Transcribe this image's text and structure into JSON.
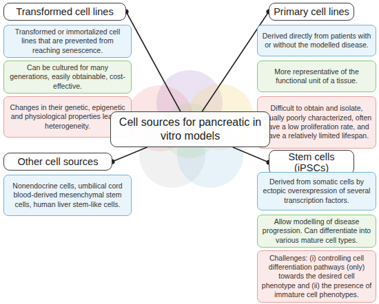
{
  "diagram": {
    "nodes": [
      {
        "text": [
          "Transformed cell lines"
        ]
      },
      {
        "text": [
          "Transformed or immortalized cell lines that are prevented from reaching senescence."
        ]
      },
      {
        "text": [
          "Can be cultured for many generations, easily obtainable, cost-effective."
        ]
      },
      {
        "text": [
          "Changes in their genetic, epigenetic and physiological properties lead to heterogeneity."
        ]
      },
      {
        "text": [
          "Primary cell lines"
        ]
      },
      {
        "text": [
          "Derived directly from patients with or without the modelled disease."
        ]
      },
      {
        "text": [
          "More representative of the functional unit of a tissue."
        ]
      },
      {
        "text": [
          "Difficult to obtain and isolate, usually poorly characterized, often have a low proliferation rate, and have a relatively limited lifespan."
        ]
      },
      {
        "text": [
          "Cell sources for pancreatic in vitro models"
        ]
      },
      {
        "text": [
          "Other cell sources"
        ]
      },
      {
        "text": [
          "Nonendocrine cells, umbilical cord blood-derived mesenchymal stem cells, human liver stem-like cells."
        ]
      },
      {
        "text": [
          "Stem cells (iPSCs)"
        ]
      },
      {
        "text": [
          "Derived from somatic cells by ectopic overexpression of several transcription factors."
        ]
      },
      {
        "text": [
          "Allow modelling of disease progression. Can differentiate into various mature cell types."
        ]
      },
      {
        "text": [
          "Challenges: (i) controlling cell differentiation pathways (only) towards the desired cell phenotype and (ii) the presence of immature cell phenotypes."
        ]
      }
    ],
    "edges": [
      {
        "from": 8,
        "to": 0,
        "arrow": "none"
      },
      {
        "from": 8,
        "to": 4,
        "arrow": "none"
      },
      {
        "from": 8,
        "to": 9,
        "arrow": "none"
      },
      {
        "from": 8,
        "to": 11,
        "arrow": "none"
      }
    ]
  }
}
